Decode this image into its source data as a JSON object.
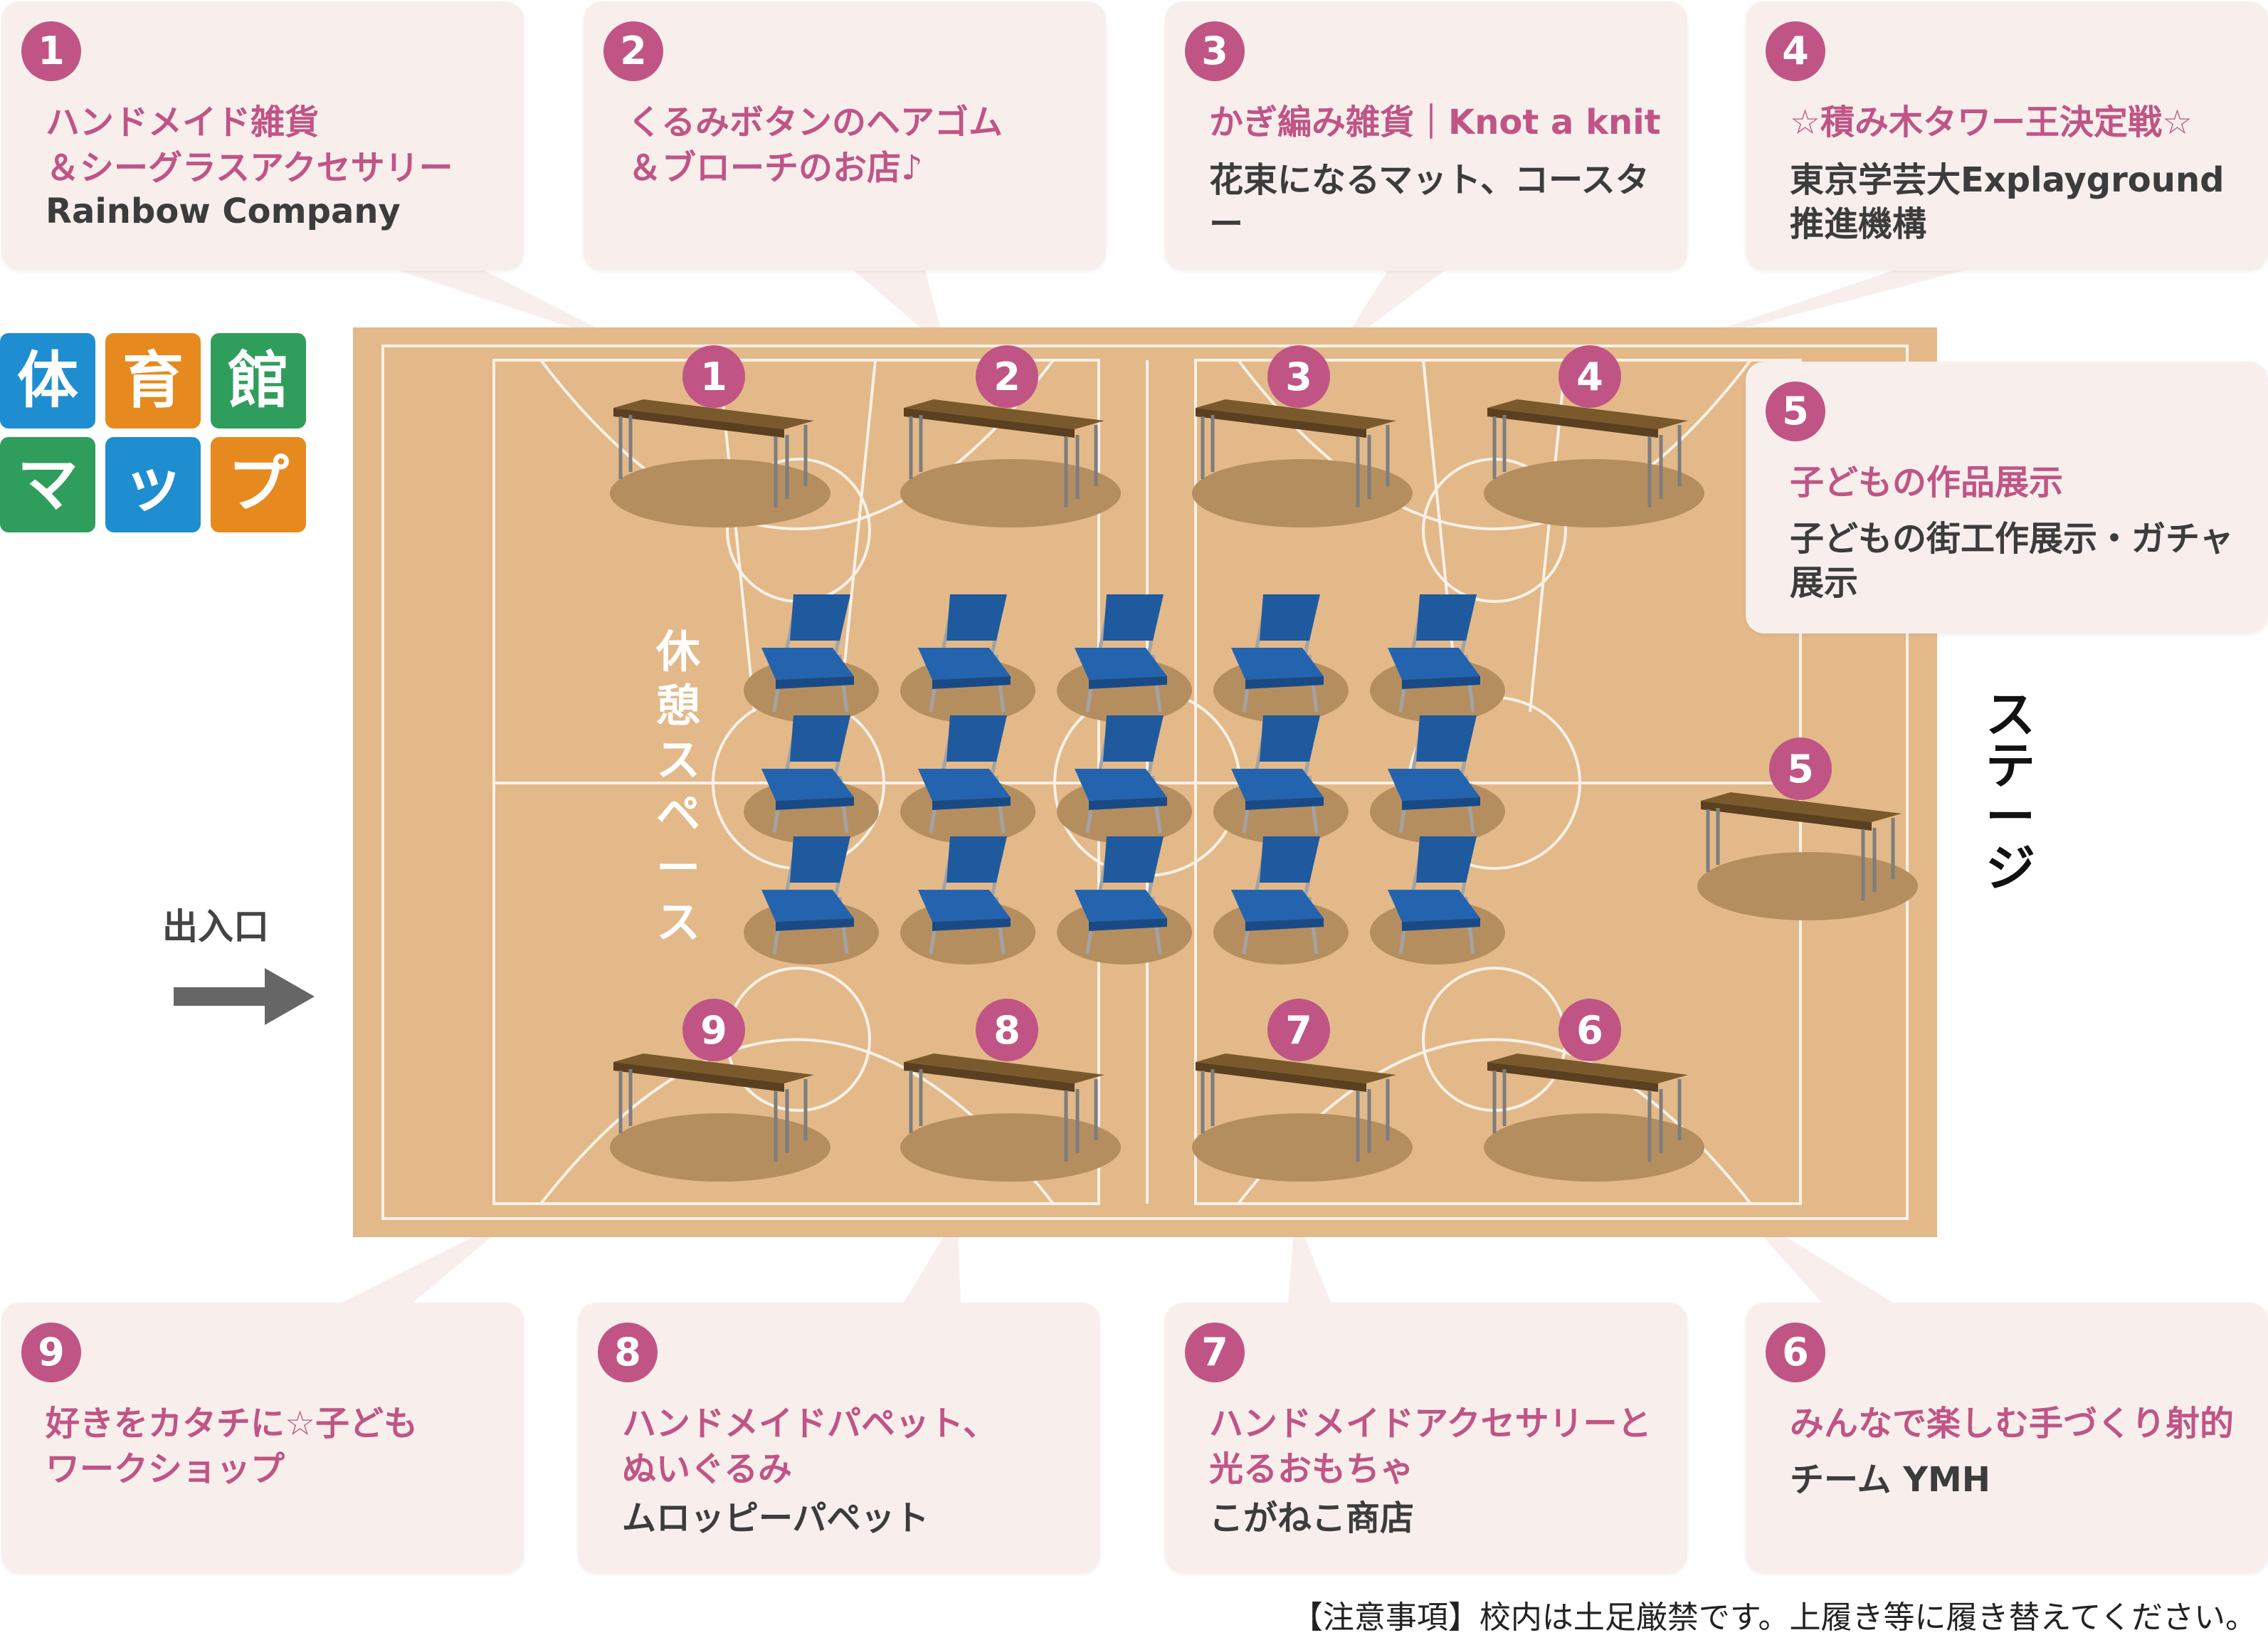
{
  "map_title": [
    "体",
    "育",
    "館",
    "マ",
    "ッ",
    "プ"
  ],
  "title_colors": [
    "#1e8ed0",
    "#e68a1f",
    "#2f9e5c",
    "#2f9e5c",
    "#1e8ed0",
    "#e68a1f"
  ],
  "entrance": "出入口",
  "stage": "ステージ",
  "rest_space": "休憩スペース",
  "notice": "【注意事項】校内は土足厳禁です。上履き等に履き替えてください。",
  "colors": {
    "accent": "#c05585",
    "floor": "#e3b98a",
    "callout_bg": "#f8efed",
    "chair": "#2464ae"
  },
  "booths": [
    {
      "number": "1",
      "title": "ハンドメイド雑貨\n＆シーグラスアクセサリー",
      "subtitle": "Rainbow Company"
    },
    {
      "number": "2",
      "title": "くるみボタンのヘアゴム\n＆ブローチのお店♪",
      "subtitle": ""
    },
    {
      "number": "3",
      "title": "かぎ編み雑貨｜Knot a knit",
      "subtitle": "花束になるマット、コースター"
    },
    {
      "number": "4",
      "title": "☆積み木タワー王決定戦☆",
      "subtitle": "東京学芸大Explayground\n推進機構"
    },
    {
      "number": "5",
      "title": "子どもの作品展示",
      "subtitle": "子どもの街工作展示・ガチャ\n展示"
    },
    {
      "number": "6",
      "title": "みんなで楽しむ手づくり射的",
      "subtitle": "チーム YMH"
    },
    {
      "number": "7",
      "title": "ハンドメイドアクセサリーと\n光るおもちゃ",
      "subtitle": "こがねこ商店"
    },
    {
      "number": "8",
      "title": "ハンドメイドパペット、\nぬいぐるみ",
      "subtitle": "ムロッピーパペット"
    },
    {
      "number": "9",
      "title": "好きをカタチに☆子ども\nワークショップ",
      "subtitle": ""
    }
  ]
}
